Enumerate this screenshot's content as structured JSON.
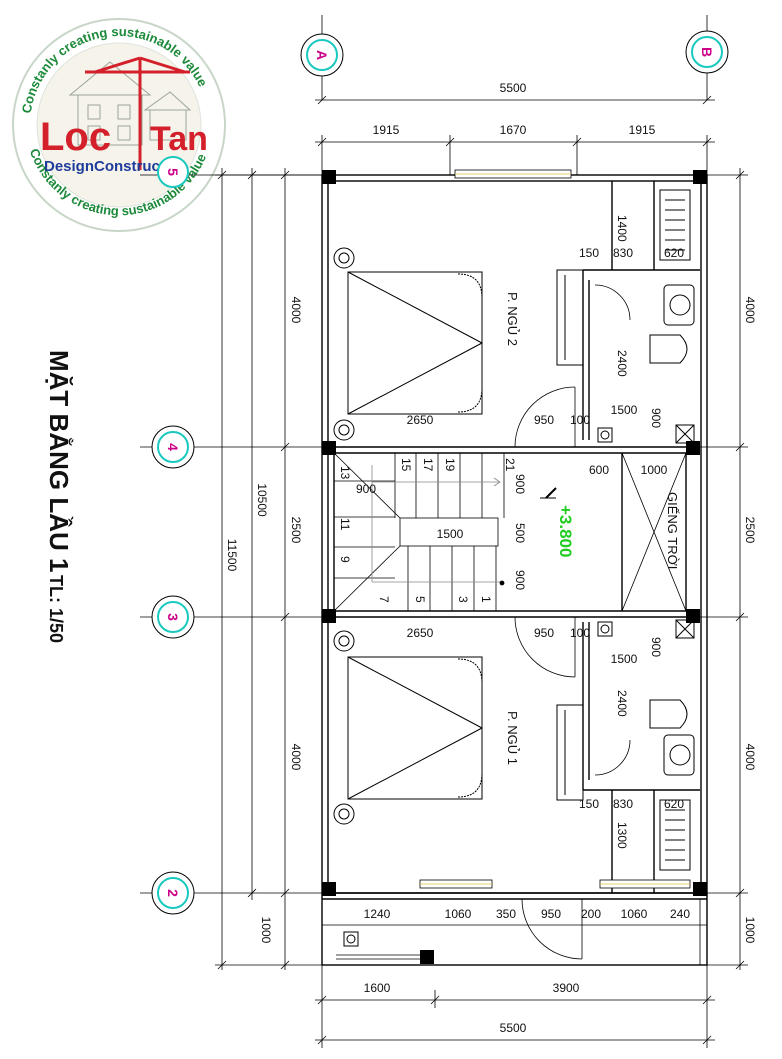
{
  "logo": {
    "name_part1": "Loc",
    "name_part2": "Tan",
    "sub": "DesignConstruction",
    "slogan": "Constanly creating sustainable value",
    "colors": {
      "red": "#d4202a",
      "green": "#1c8a3a",
      "blue": "#1e3c9b"
    }
  },
  "title": {
    "main": "MẶT BẰNG LẦU 1",
    "scale": "TL: 1/50"
  },
  "axes": {
    "top": [
      "A",
      "B"
    ],
    "side": [
      "5",
      "4",
      "3",
      "2"
    ]
  },
  "rooms": {
    "bedroom_2": "P. NGỦ 2",
    "bedroom_1": "P. NGỦ 1",
    "lightwell": "GIẾNG TRỜI",
    "level": "+3.800"
  },
  "dims": {
    "top_total": "5500",
    "top_parts": [
      "1915",
      "1670",
      "1915"
    ],
    "bottom_total": "5500",
    "bottom_parts": [
      "1600",
      "3900"
    ],
    "bottom_row": [
      "1240",
      "1060",
      "350",
      "950",
      "200",
      "1060",
      "240"
    ],
    "left_total": "11500",
    "left_inner": "10500",
    "left_parts": [
      "4000",
      "2500",
      "4000",
      "1000"
    ],
    "right_parts": [
      "4000",
      "2500",
      "4000",
      "1000"
    ],
    "wc2": [
      "1400",
      "150",
      "830",
      "620",
      "2400",
      "1500",
      "900",
      "950",
      "100"
    ],
    "wc1": [
      "950",
      "100",
      "900",
      "1500",
      "2400",
      "150",
      "830",
      "620",
      "1300"
    ],
    "bed_width": [
      "2650",
      "2650"
    ],
    "stair": [
      "900",
      "1500",
      "900",
      "500",
      "900",
      "600",
      "1000"
    ],
    "steps": [
      "13",
      "15",
      "17",
      "19",
      "21",
      "11",
      "9",
      "7",
      "5",
      "3",
      "1"
    ]
  }
}
